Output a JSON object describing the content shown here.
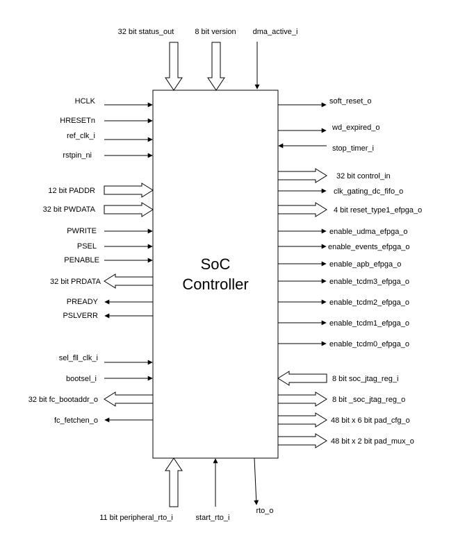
{
  "block": {
    "title_line1": "SoC",
    "title_line2": "Controller"
  },
  "top": {
    "status_out": "32 bit status_out",
    "version": "8 bit version",
    "dma_active": "dma_active_i"
  },
  "left": {
    "hclk": "HCLK",
    "hresetn": "HRESETn",
    "ref_clk": "ref_clk_i",
    "rstpin": "rstpin_ni",
    "paddr": "12 bit PADDR",
    "pwdata": "32 bit PWDATA",
    "pwrite": "PWRITE",
    "psel": "PSEL",
    "penable": "PENABLE",
    "prdata": "32 bit PRDATA",
    "pready": "PREADY",
    "pslverr": "PSLVERR",
    "sel_fll_clk": "sel_fll_clk_i",
    "bootsel": "bootsel_i",
    "fc_bootaddr": "32 bit  fc_bootaddr_o",
    "fc_fetchen": "fc_fetchen_o"
  },
  "right": {
    "soft_reset": "soft_reset_o",
    "wd_expired": "wd_expired_o",
    "stop_timer": "stop_timer_i",
    "control_in": "32 bit control_in",
    "clk_gating": "clk_gating_dc_fifo_o",
    "reset_type1": "4 bit reset_type1_efpga_o",
    "enable_udma": "enable_udma_efpga_o",
    "enable_events": "enable_events_efpga_o",
    "enable_apb": "enable_apb_efpga_o",
    "enable_tcdm3": "enable_tcdm3_efpga_o",
    "enable_tcdm2": "enable_tcdm2_efpga_o",
    "enable_tcdm1": "enable_tcdm1_efpga_o",
    "enable_tcdm0": "enable_tcdm0_efpga_o",
    "soc_jtag_reg_i": "8 bit soc_jtag_reg_i",
    "soc_jtag_reg_o": "8 bit _soc_jtag_reg_o",
    "pad_cfg": "48 bit x 6 bit pad_cfg_o",
    "pad_mux": "48 bit x 2 bit pad_mux_o"
  },
  "bottom": {
    "peripheral_rto": "11 bit peripheral_rto_i",
    "start_rto": "start_rto_i",
    "rto_o": "rto_o"
  }
}
